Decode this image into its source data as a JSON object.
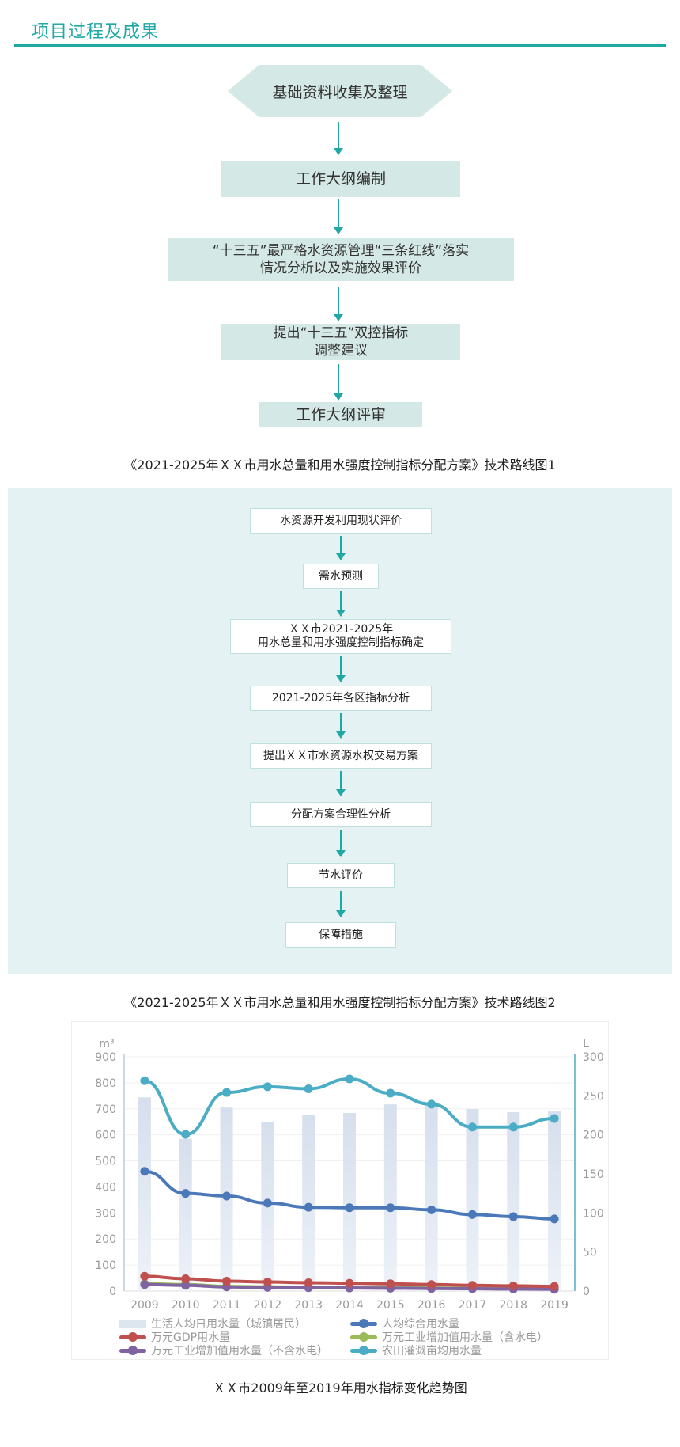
{
  "header": {
    "title": "项目过程及成果"
  },
  "flow1": {
    "nodes": [
      {
        "text": "基础资料收集及整理"
      },
      {
        "text": "工作大纲编制"
      },
      {
        "text": "“十三五”最严格水资源管理“三条红线”落实\n情况分析以及实施效果评价"
      },
      {
        "text": "提出“十三五”双控指标\n调整建议"
      },
      {
        "text": "工作大纲评审"
      }
    ],
    "caption": "《2021-2025年ＸＸ市用水总量和用水强度控制指标分配方案》技术路线图1"
  },
  "flow2": {
    "nodes": [
      {
        "text": "水资源开发利用现状评价"
      },
      {
        "text": "需水预测"
      },
      {
        "text": "ＸＸ市2021-2025年\n用水总量和用水强度控制指标确定"
      },
      {
        "text": "2021-2025年各区指标分析"
      },
      {
        "text": "提出ＸＸ市水资源水权交易方案"
      },
      {
        "text": "分配方案合理性分析"
      },
      {
        "text": "节水评价"
      },
      {
        "text": "保障措施"
      }
    ],
    "caption": "《2021-2025年ＸＸ市用水总量和用水强度控制指标分配方案》技术路线图2"
  },
  "chart_caption": "ＸＸ市2009年至2019年用水指标变化趋势图",
  "chart_data": {
    "type": "bar",
    "x": [
      "2009",
      "2010",
      "2011",
      "2012",
      "2013",
      "2014",
      "2015",
      "2016",
      "2017",
      "2018",
      "2019"
    ],
    "y_left": {
      "unit": "m³",
      "ylim": [
        0,
        900
      ],
      "ticks": [
        0,
        100,
        200,
        300,
        400,
        500,
        600,
        700,
        800,
        900
      ]
    },
    "y_right": {
      "unit": "L",
      "ylim": [
        0,
        300
      ],
      "ticks": [
        0,
        50,
        100,
        150,
        200,
        250,
        300
      ]
    },
    "grid": true,
    "legend_position": "bottom",
    "series": [
      {
        "name": "生活人均日用水量（城镇居民）",
        "kind": "bar",
        "axis": "right",
        "color": "#dde5ef",
        "values": [
          248,
          195,
          235,
          216,
          225,
          228,
          239,
          238,
          233,
          229,
          230
        ]
      },
      {
        "name": "人均综合用水量",
        "kind": "line",
        "axis": "left",
        "color": "#4a78b8",
        "values": [
          460,
          375,
          365,
          338,
          322,
          320,
          320,
          312,
          294,
          286,
          277
        ]
      },
      {
        "name": "万元GDP用水量",
        "kind": "line",
        "axis": "left",
        "color": "#c0504d",
        "values": [
          57,
          47,
          38,
          35,
          32,
          30,
          28,
          25,
          22,
          20,
          18
        ]
      },
      {
        "name": "万元工业增加值用水量（含水电）",
        "kind": "line",
        "axis": "left",
        "color": "#9bbb59",
        "values": [
          28,
          25,
          18,
          16,
          15,
          14,
          13,
          12,
          11,
          10,
          9
        ]
      },
      {
        "name": "万元工业增加值用水量（不含水电）",
        "kind": "line",
        "axis": "left",
        "color": "#8064a2",
        "values": [
          25,
          22,
          16,
          14,
          13,
          12,
          11,
          10,
          9,
          8,
          7
        ]
      },
      {
        "name": "农田灌溉亩均用水量",
        "kind": "line",
        "axis": "left",
        "color": "#4bacc6",
        "values": [
          808,
          602,
          763,
          785,
          777,
          815,
          760,
          718,
          630,
          630,
          663
        ]
      }
    ]
  }
}
